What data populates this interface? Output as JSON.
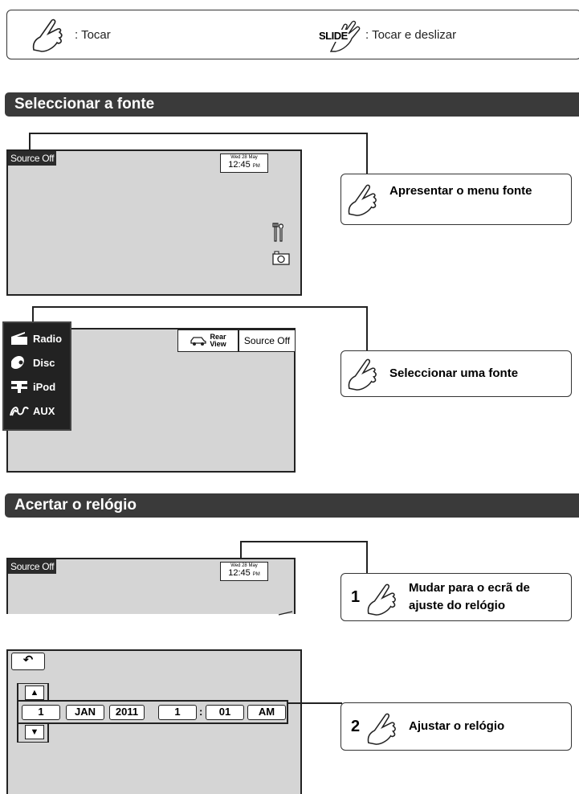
{
  "legend": {
    "tap_label": ": Tocar",
    "slide_icon_text": "SLIDE",
    "slide_label": ": Tocar e deslizar"
  },
  "section1": {
    "title": "Seleccionar a fonte",
    "screen1": {
      "source_label": "Source Off",
      "clock_date": "Wed 28 May",
      "clock_time": "12:45",
      "clock_ampm": "PM"
    },
    "callout1": {
      "text": "Apresentar o menu fonte"
    },
    "screen2": {
      "menu": [
        "Radio",
        "Disc",
        "iPod",
        "AUX"
      ],
      "rear_view_line1": "Rear",
      "rear_view_line2": "View",
      "source_off": "Source Off"
    },
    "callout2": {
      "text": "Seleccionar uma fonte"
    }
  },
  "section2": {
    "title": "Acertar o relógio",
    "screen1": {
      "source_label": "Source Off",
      "clock_date": "Wed 28 May",
      "clock_time": "12:45",
      "clock_ampm": "PM"
    },
    "callout1": {
      "number": "1",
      "text_line1": "Mudar para o ecrã de",
      "text_line2": "ajuste do relógio"
    },
    "screen2": {
      "back_symbol": "↶",
      "up_symbol": "▲",
      "down_symbol": "▼",
      "day": "1",
      "month": "JAN",
      "year": "2011",
      "hour": "1",
      "colon": ":",
      "minute": "01",
      "ampm": "AM"
    },
    "callout2": {
      "number": "2",
      "text": "Ajustar o relógio"
    }
  }
}
